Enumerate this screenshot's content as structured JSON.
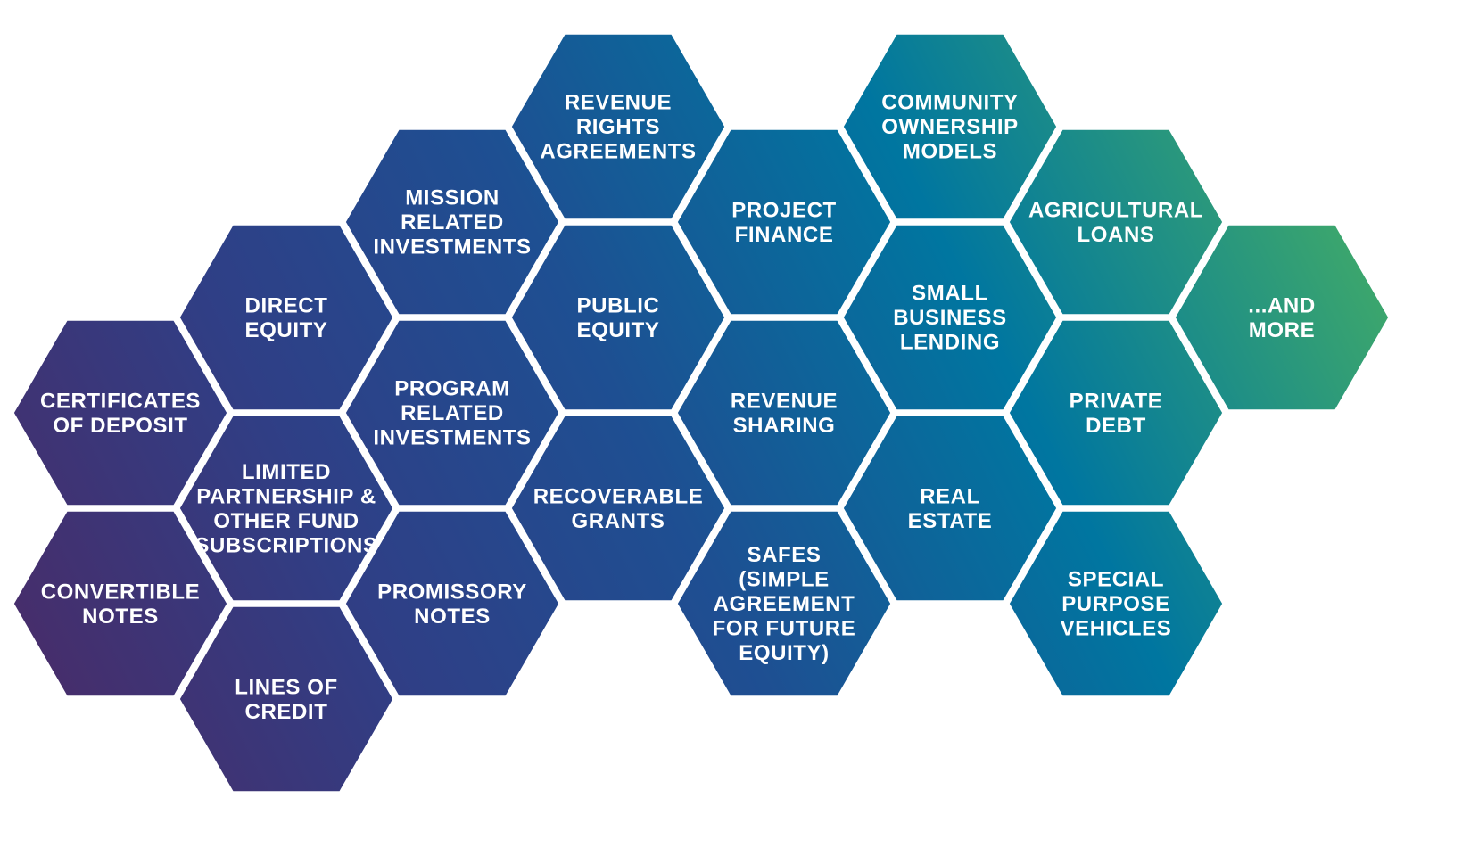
{
  "hexagons": [
    {
      "id": "revenue-rights-agreements",
      "lines": [
        "REVENUE",
        "RIGHTS",
        "AGREEMENTS"
      ],
      "col": 3,
      "row": 0
    },
    {
      "id": "community-ownership-models",
      "lines": [
        "COMMUNITY",
        "OWNERSHIP",
        "MODELS"
      ],
      "col": 5,
      "row": 0
    },
    {
      "id": "mission-related-investments",
      "lines": [
        "MISSION",
        "RELATED",
        "INVESTMENTS"
      ],
      "col": 2,
      "row": 1
    },
    {
      "id": "project-finance",
      "lines": [
        "PROJECT",
        "FINANCE"
      ],
      "col": 4,
      "row": 1
    },
    {
      "id": "agricultural-loans",
      "lines": [
        "AGRICULTURAL",
        "LOANS"
      ],
      "col": 6,
      "row": 1
    },
    {
      "id": "direct-equity",
      "lines": [
        "DIRECT",
        "EQUITY"
      ],
      "col": 1,
      "row": 2
    },
    {
      "id": "public-equity",
      "lines": [
        "PUBLIC",
        "EQUITY"
      ],
      "col": 3,
      "row": 2
    },
    {
      "id": "small-business-lending",
      "lines": [
        "SMALL",
        "BUSINESS",
        "LENDING"
      ],
      "col": 5,
      "row": 2
    },
    {
      "id": "and-more",
      "lines": [
        "...AND",
        "MORE"
      ],
      "col": 7,
      "row": 2
    },
    {
      "id": "certificates-of-deposit",
      "lines": [
        "CERTIFICATES",
        "OF DEPOSIT"
      ],
      "col": 0,
      "row": 3
    },
    {
      "id": "program-related-investments",
      "lines": [
        "PROGRAM",
        "RELATED",
        "INVESTMENTS"
      ],
      "col": 2,
      "row": 3
    },
    {
      "id": "revenue-sharing",
      "lines": [
        "REVENUE",
        "SHARING"
      ],
      "col": 4,
      "row": 3
    },
    {
      "id": "private-debt",
      "lines": [
        "PRIVATE",
        "DEBT"
      ],
      "col": 6,
      "row": 3
    },
    {
      "id": "limited-partnership",
      "lines": [
        "LIMITED",
        "PARTNERSHIP &",
        "OTHER FUND",
        "SUBSCRIPTIONS"
      ],
      "col": 1,
      "row": 4
    },
    {
      "id": "recoverable-grants",
      "lines": [
        "RECOVERABLE",
        "GRANTS"
      ],
      "col": 3,
      "row": 4
    },
    {
      "id": "real-estate",
      "lines": [
        "REAL",
        "ESTATE"
      ],
      "col": 5,
      "row": 4
    },
    {
      "id": "convertible-notes",
      "lines": [
        "CONVERTIBLE",
        "NOTES"
      ],
      "col": 0,
      "row": 5
    },
    {
      "id": "promissory-notes",
      "lines": [
        "PROMISSORY",
        "NOTES"
      ],
      "col": 2,
      "row": 5
    },
    {
      "id": "safes",
      "lines": [
        "SAFES",
        "(SIMPLE",
        "AGREEMENT",
        "FOR FUTURE",
        "EQUITY)"
      ],
      "col": 4,
      "row": 5
    },
    {
      "id": "special-purpose-vehicles",
      "lines": [
        "SPECIAL",
        "PURPOSE",
        "VEHICLES"
      ],
      "col": 6,
      "row": 5
    },
    {
      "id": "lines-of-credit",
      "lines": [
        "LINES OF",
        "CREDIT"
      ],
      "col": 1,
      "row": 6
    }
  ],
  "colors": {
    "gradient_start": "#4b2a66",
    "gradient_mid_purple": "#2f3f86",
    "gradient_mid_blue": "#1e4f92",
    "gradient_mid_teal": "#0076a0",
    "gradient_end": "#52b85a",
    "text": "#ffffff",
    "gap": "#ffffff"
  }
}
